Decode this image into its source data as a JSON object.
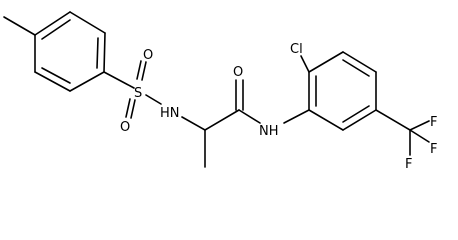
{
  "molecule": {
    "atom_labels": {
      "sulfur": "S",
      "oxygen_top": "O",
      "oxygen_bottom": "O",
      "sulfonamide_nh": "HN",
      "carbonyl_oxygen": "O",
      "amide_nh": "NH",
      "chlorine": "Cl",
      "fluorine_1": "F",
      "fluorine_2": "F",
      "fluorine_3": "F"
    }
  }
}
